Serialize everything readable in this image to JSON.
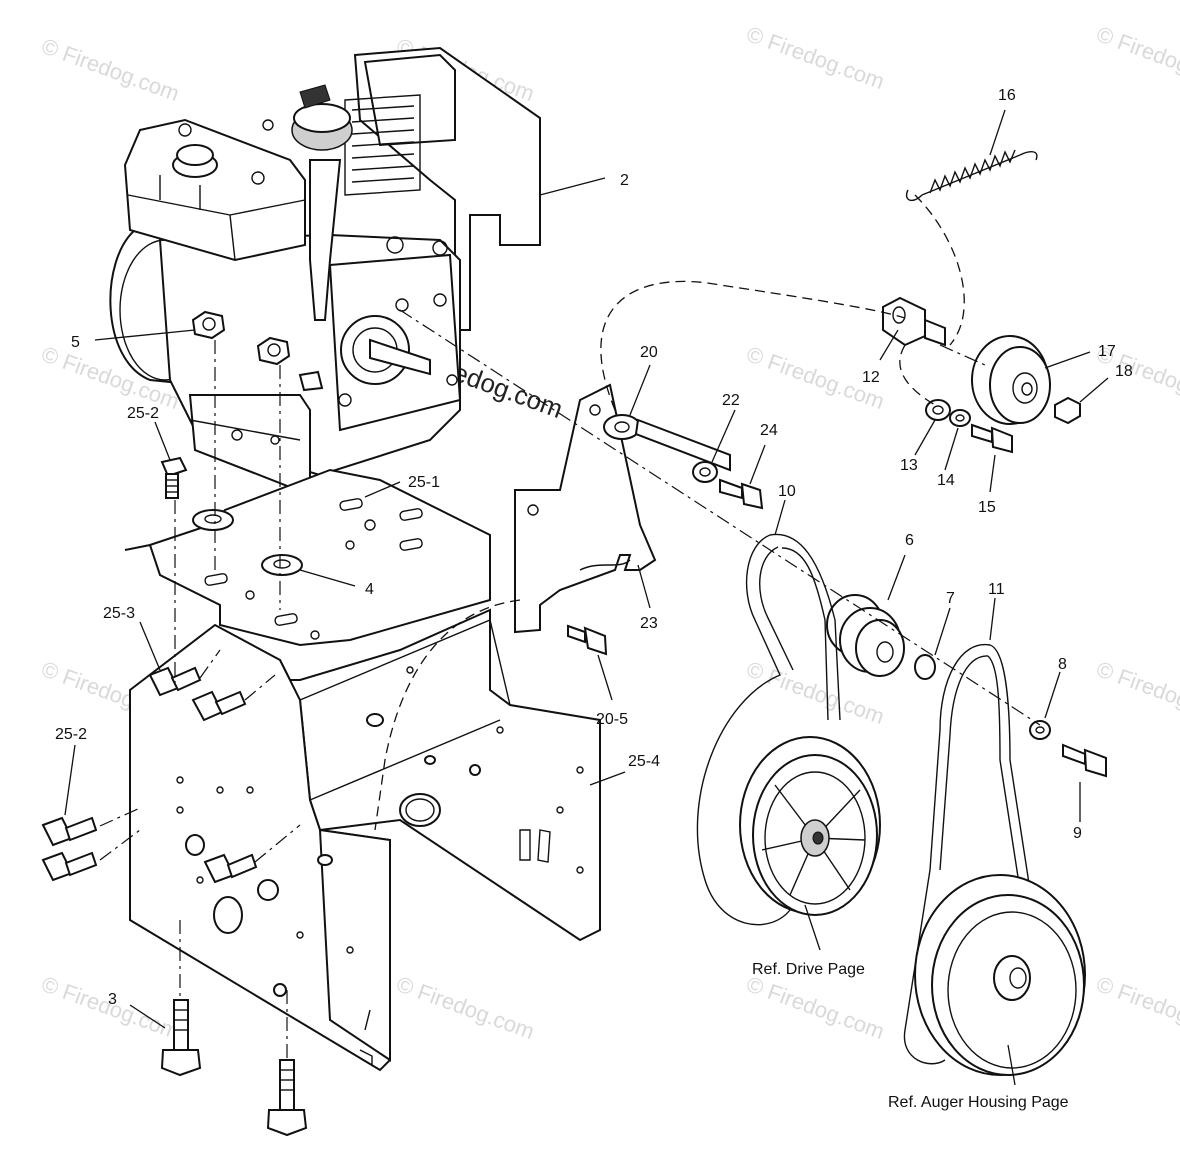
{
  "watermark": {
    "text": "© Firedog.com"
  },
  "callouts": [
    {
      "id": "c-2",
      "text": "2"
    },
    {
      "id": "c-16",
      "text": "16"
    },
    {
      "id": "c-5",
      "text": "5"
    },
    {
      "id": "c-20",
      "text": "20"
    },
    {
      "id": "c-12",
      "text": "12"
    },
    {
      "id": "c-17",
      "text": "17"
    },
    {
      "id": "c-18",
      "text": "18"
    },
    {
      "id": "c-25-2a",
      "text": "25-2"
    },
    {
      "id": "c-22",
      "text": "22"
    },
    {
      "id": "c-24",
      "text": "24"
    },
    {
      "id": "c-13",
      "text": "13"
    },
    {
      "id": "c-14",
      "text": "14"
    },
    {
      "id": "c-25-1",
      "text": "25-1"
    },
    {
      "id": "c-10",
      "text": "10"
    },
    {
      "id": "c-15",
      "text": "15"
    },
    {
      "id": "c-6",
      "text": "6"
    },
    {
      "id": "c-4",
      "text": "4"
    },
    {
      "id": "c-7",
      "text": "7"
    },
    {
      "id": "c-11",
      "text": "11"
    },
    {
      "id": "c-25-3",
      "text": "25-3"
    },
    {
      "id": "c-23",
      "text": "23"
    },
    {
      "id": "c-8",
      "text": "8"
    },
    {
      "id": "c-20-5",
      "text": "20-5"
    },
    {
      "id": "c-25-2b",
      "text": "25-2"
    },
    {
      "id": "c-25-4",
      "text": "25-4"
    },
    {
      "id": "c-9",
      "text": "9"
    },
    {
      "id": "c-3",
      "text": "3"
    }
  ],
  "references": {
    "drive": "Ref. Drive Page",
    "auger": "Ref. Auger Housing Page"
  }
}
